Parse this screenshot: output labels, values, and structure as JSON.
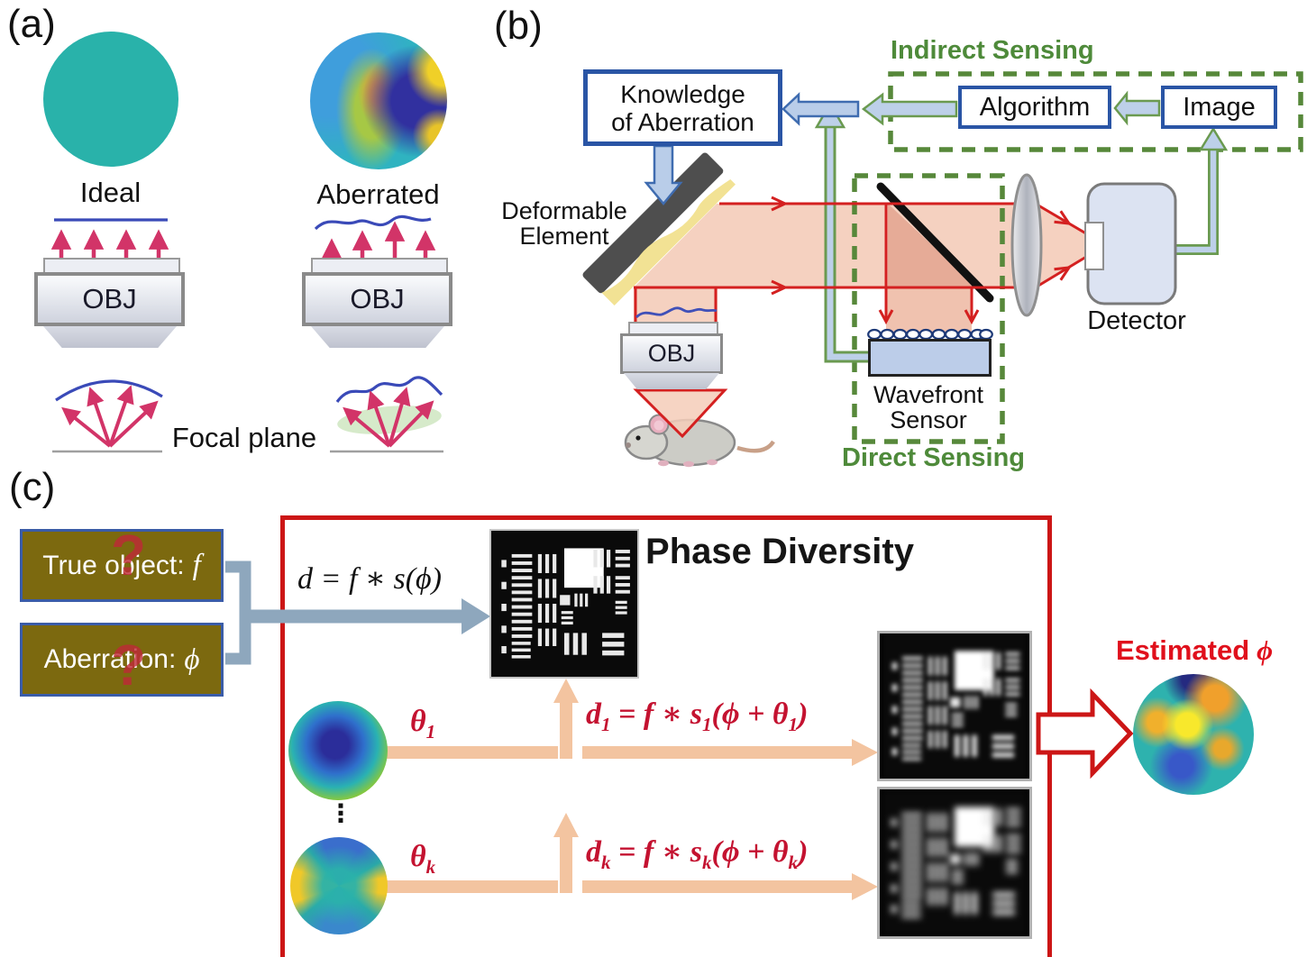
{
  "figure": {
    "type": "scientific-diagram",
    "topic": "Adaptive optics: wavefront aberration sensing (direct and indirect) and phase diversity estimation"
  },
  "colors": {
    "teal_pupil": "#29b2aa",
    "pink_arrow": "#d23468",
    "beam_red": "#d42020",
    "beam_fill": "#f4ccb9",
    "green_dash": "#57883a",
    "green_text": "#4e8a3a",
    "box_blue": "#2a55a5",
    "steel_arrow": "#8ea7bd",
    "peach_arrow": "#f3c4a0",
    "olive_box": "#7c690f",
    "red_box": "#cc1616",
    "red_equation": "#c41230",
    "pipe_fill": "#bdd0e9",
    "pipe_green": "#6a9a50"
  },
  "panels": {
    "a": {
      "label": "(a)",
      "ideal": "Ideal",
      "aberrated": "Aberrated",
      "obj": "OBJ",
      "focal_plane": "Focal plane"
    },
    "b": {
      "label": "(b)",
      "knowledge_line1": "Knowledge",
      "knowledge_line2": "of Aberration",
      "deformable_line1": "Deformable",
      "deformable_line2": "Element",
      "obj": "OBJ",
      "indirect_sensing": "Indirect Sensing",
      "algorithm": "Algorithm",
      "image": "Image",
      "detector": "Detector",
      "wavefront_line1": "Wavefront",
      "wavefront_line2": "Sensor",
      "direct_sensing": "Direct Sensing"
    },
    "c": {
      "label": "(c)",
      "true_object_label": "True object:",
      "true_object_var": "f",
      "aberration_label": "Aberration:",
      "aberration_var": "ϕ",
      "question_mark": "?",
      "title": "Phase Diversity",
      "eq_main": "d = f ∗ s(ϕ)",
      "theta1": {
        "v": "θ",
        "s": "1"
      },
      "thetak": {
        "v": "θ",
        "s": "k"
      },
      "eq_d1": {
        "v": "d",
        "s1": "1",
        "m": " = f ∗ s",
        "s2": "1",
        "t": "(ϕ + θ",
        "s3": "1",
        "e": ")"
      },
      "eq_dk": {
        "v": "d",
        "s1": "k",
        "m": " = f ∗ s",
        "s2": "k",
        "t": "(ϕ + θ",
        "s3": "k",
        "e": ")"
      },
      "dots": "⋮",
      "estimated_label": "Estimated",
      "estimated_var": "ϕ"
    }
  }
}
